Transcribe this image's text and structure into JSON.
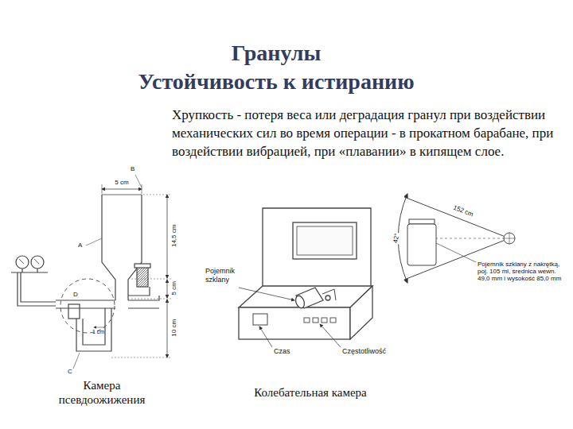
{
  "diagram": {
    "title": "Гранулы",
    "labels": [
      "Устойчивость к истиранию",
      "Хрупкость - потеря веса или деградация гранул при воздействии механических сил во время операции - в прокатном барабане, при воздействии вибрацией, при «плавании» в кипящем слое.",
      "B",
      "5 cm",
      "A",
      "14,5 cm",
      "5 cm",
      "D",
      "1 cm",
      "10 cm",
      "C",
      "Камера псевдоожижения",
      "Pojemnik szklany",
      "Czas",
      "Częstotliwość",
      "Колебательная камера",
      "152 cm",
      "42°",
      "Pojemnik szklany z nakrętką, poj. 105 ml, średnica wewn. 49,0 mm i wysokość 85,0 mm"
    ]
  }
}
